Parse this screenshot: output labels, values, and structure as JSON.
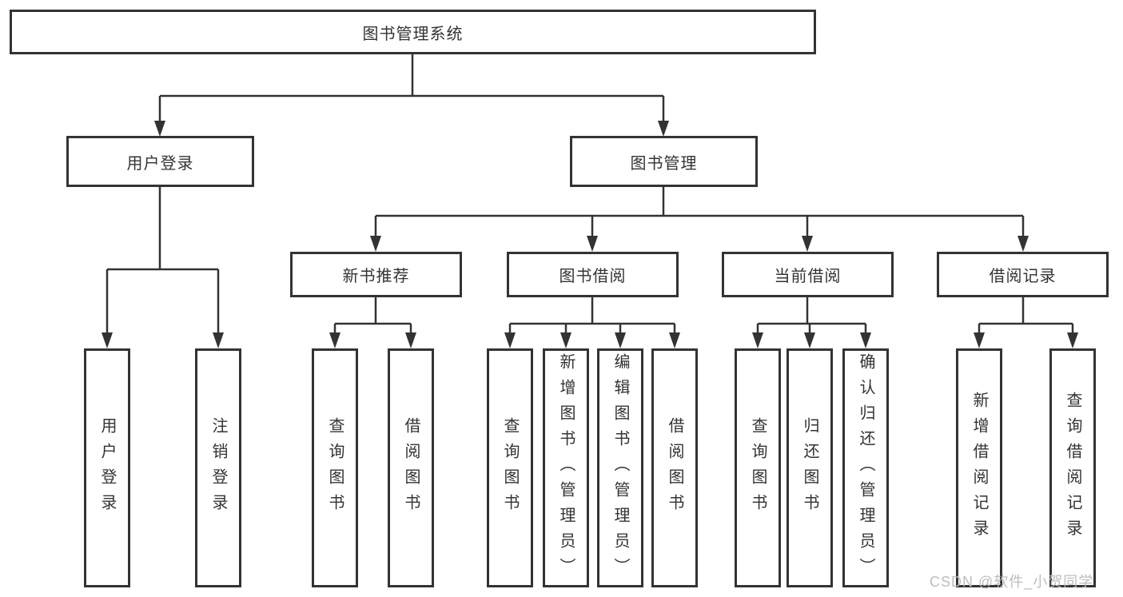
{
  "colors": {
    "line": "#333333",
    "border": "#333333",
    "text": "#333333",
    "background": "#ffffff",
    "watermark": "#bdbdbd"
  },
  "root": {
    "label": "图书管理系统"
  },
  "branches": {
    "user_login": {
      "label": "用户登录",
      "leaves": {
        "login": "用户登录",
        "logout": "注销登录"
      }
    },
    "book_mgmt": {
      "label": "图书管理"
    }
  },
  "sections": {
    "new_book": {
      "label": "新书推荐",
      "leaves": {
        "query": "查询图书",
        "borrow": "借阅图书"
      }
    },
    "borrowing": {
      "label": "图书借阅",
      "leaves": {
        "query": "查询图书",
        "add": "新增图书（管理员）",
        "edit": "编辑图书（管理员）",
        "borrow": "借阅图书"
      }
    },
    "current": {
      "label": "当前借阅",
      "leaves": {
        "query": "查询图书",
        "return": "归还图书",
        "confirm": "确认归还（管理员）"
      }
    },
    "records": {
      "label": "借阅记录",
      "leaves": {
        "add": "新增借阅记录",
        "query": "查询借阅记录"
      }
    }
  },
  "watermark": "CSDN @软件_小贺同学"
}
